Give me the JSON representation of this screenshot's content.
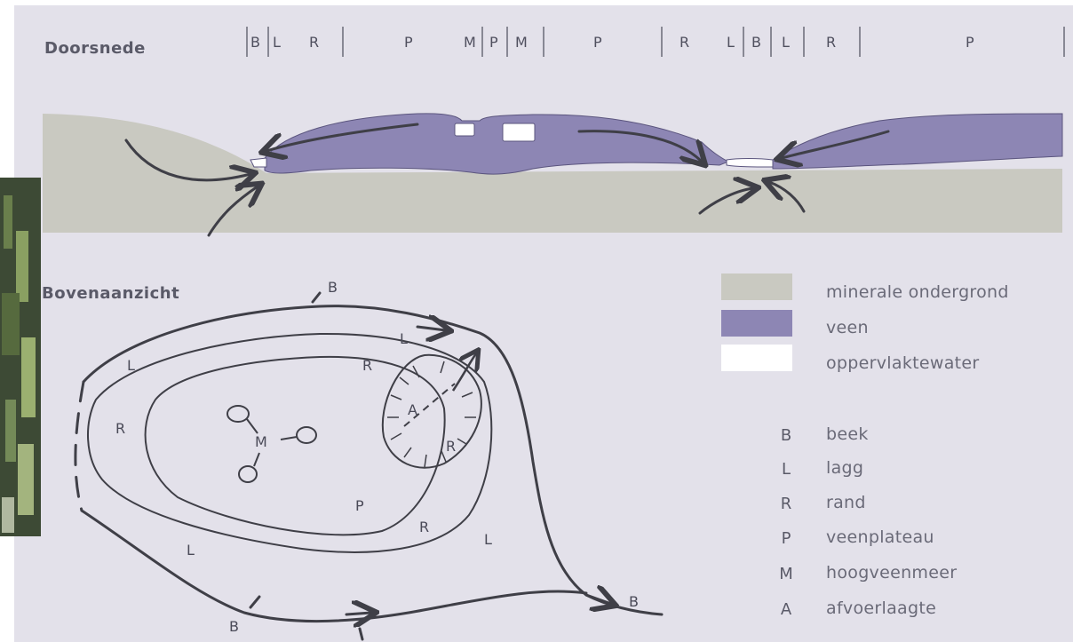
{
  "colors": {
    "background": "#e3e1ea",
    "mineral": "#c9c9c1",
    "peat": "#8d86b4",
    "water": "#ffffff",
    "line": "#3f3f47"
  },
  "cross_section": {
    "title": "Doorsnede",
    "zones": [
      "B",
      "L",
      "R",
      "P",
      "M",
      "P",
      "M",
      "P",
      "R",
      "L",
      "B",
      "L",
      "R",
      "P"
    ]
  },
  "top_view": {
    "title": "Bovenaanzicht",
    "labels": [
      "B",
      "L",
      "R",
      "L",
      "R",
      "A",
      "M",
      "R",
      "P",
      "R",
      "L",
      "L",
      "B",
      "B"
    ]
  },
  "legend": {
    "swatches": [
      {
        "color_key": "mineral",
        "label": "minerale ondergrond"
      },
      {
        "color_key": "peat",
        "label": "veen"
      },
      {
        "color_key": "water",
        "label": "oppervlaktewater"
      }
    ],
    "keys": [
      {
        "key": "B",
        "label": "beek"
      },
      {
        "key": "L",
        "label": "lagg"
      },
      {
        "key": "R",
        "label": "rand"
      },
      {
        "key": "P",
        "label": "veenplateau"
      },
      {
        "key": "M",
        "label": "hoogveenmeer"
      },
      {
        "key": "A",
        "label": "afvoerlaagte"
      }
    ]
  }
}
